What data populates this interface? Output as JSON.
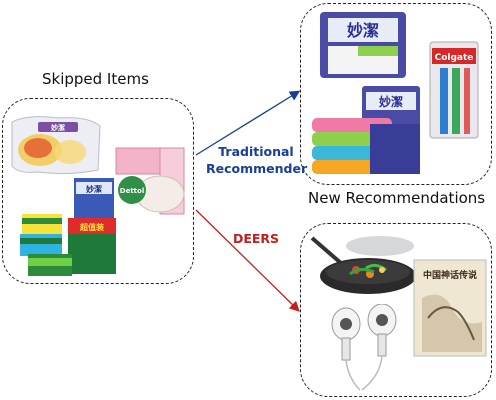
{
  "labels": {
    "skipped_items": "Skipped Items",
    "new_recommendations": "New Recommendations",
    "traditional_line1": "Traditional",
    "traditional_line2": "Recommender",
    "deers": "DEERS"
  },
  "product_text": {
    "miaojie_1": "妙潔",
    "miaojie_2": "妙潔",
    "miaojie_3": "妙潔",
    "miaojie_4": "妙潔",
    "chaozhizhuang": "超值装",
    "colgate": "Colgate",
    "dettol": "Dettol",
    "book_title": "中国神话传说"
  },
  "colors": {
    "traditional_arrow": "#1a3d99",
    "traditional_text": "#1a3d99",
    "deers_arrow": "#c0201e",
    "deers_text": "#c0201e"
  }
}
